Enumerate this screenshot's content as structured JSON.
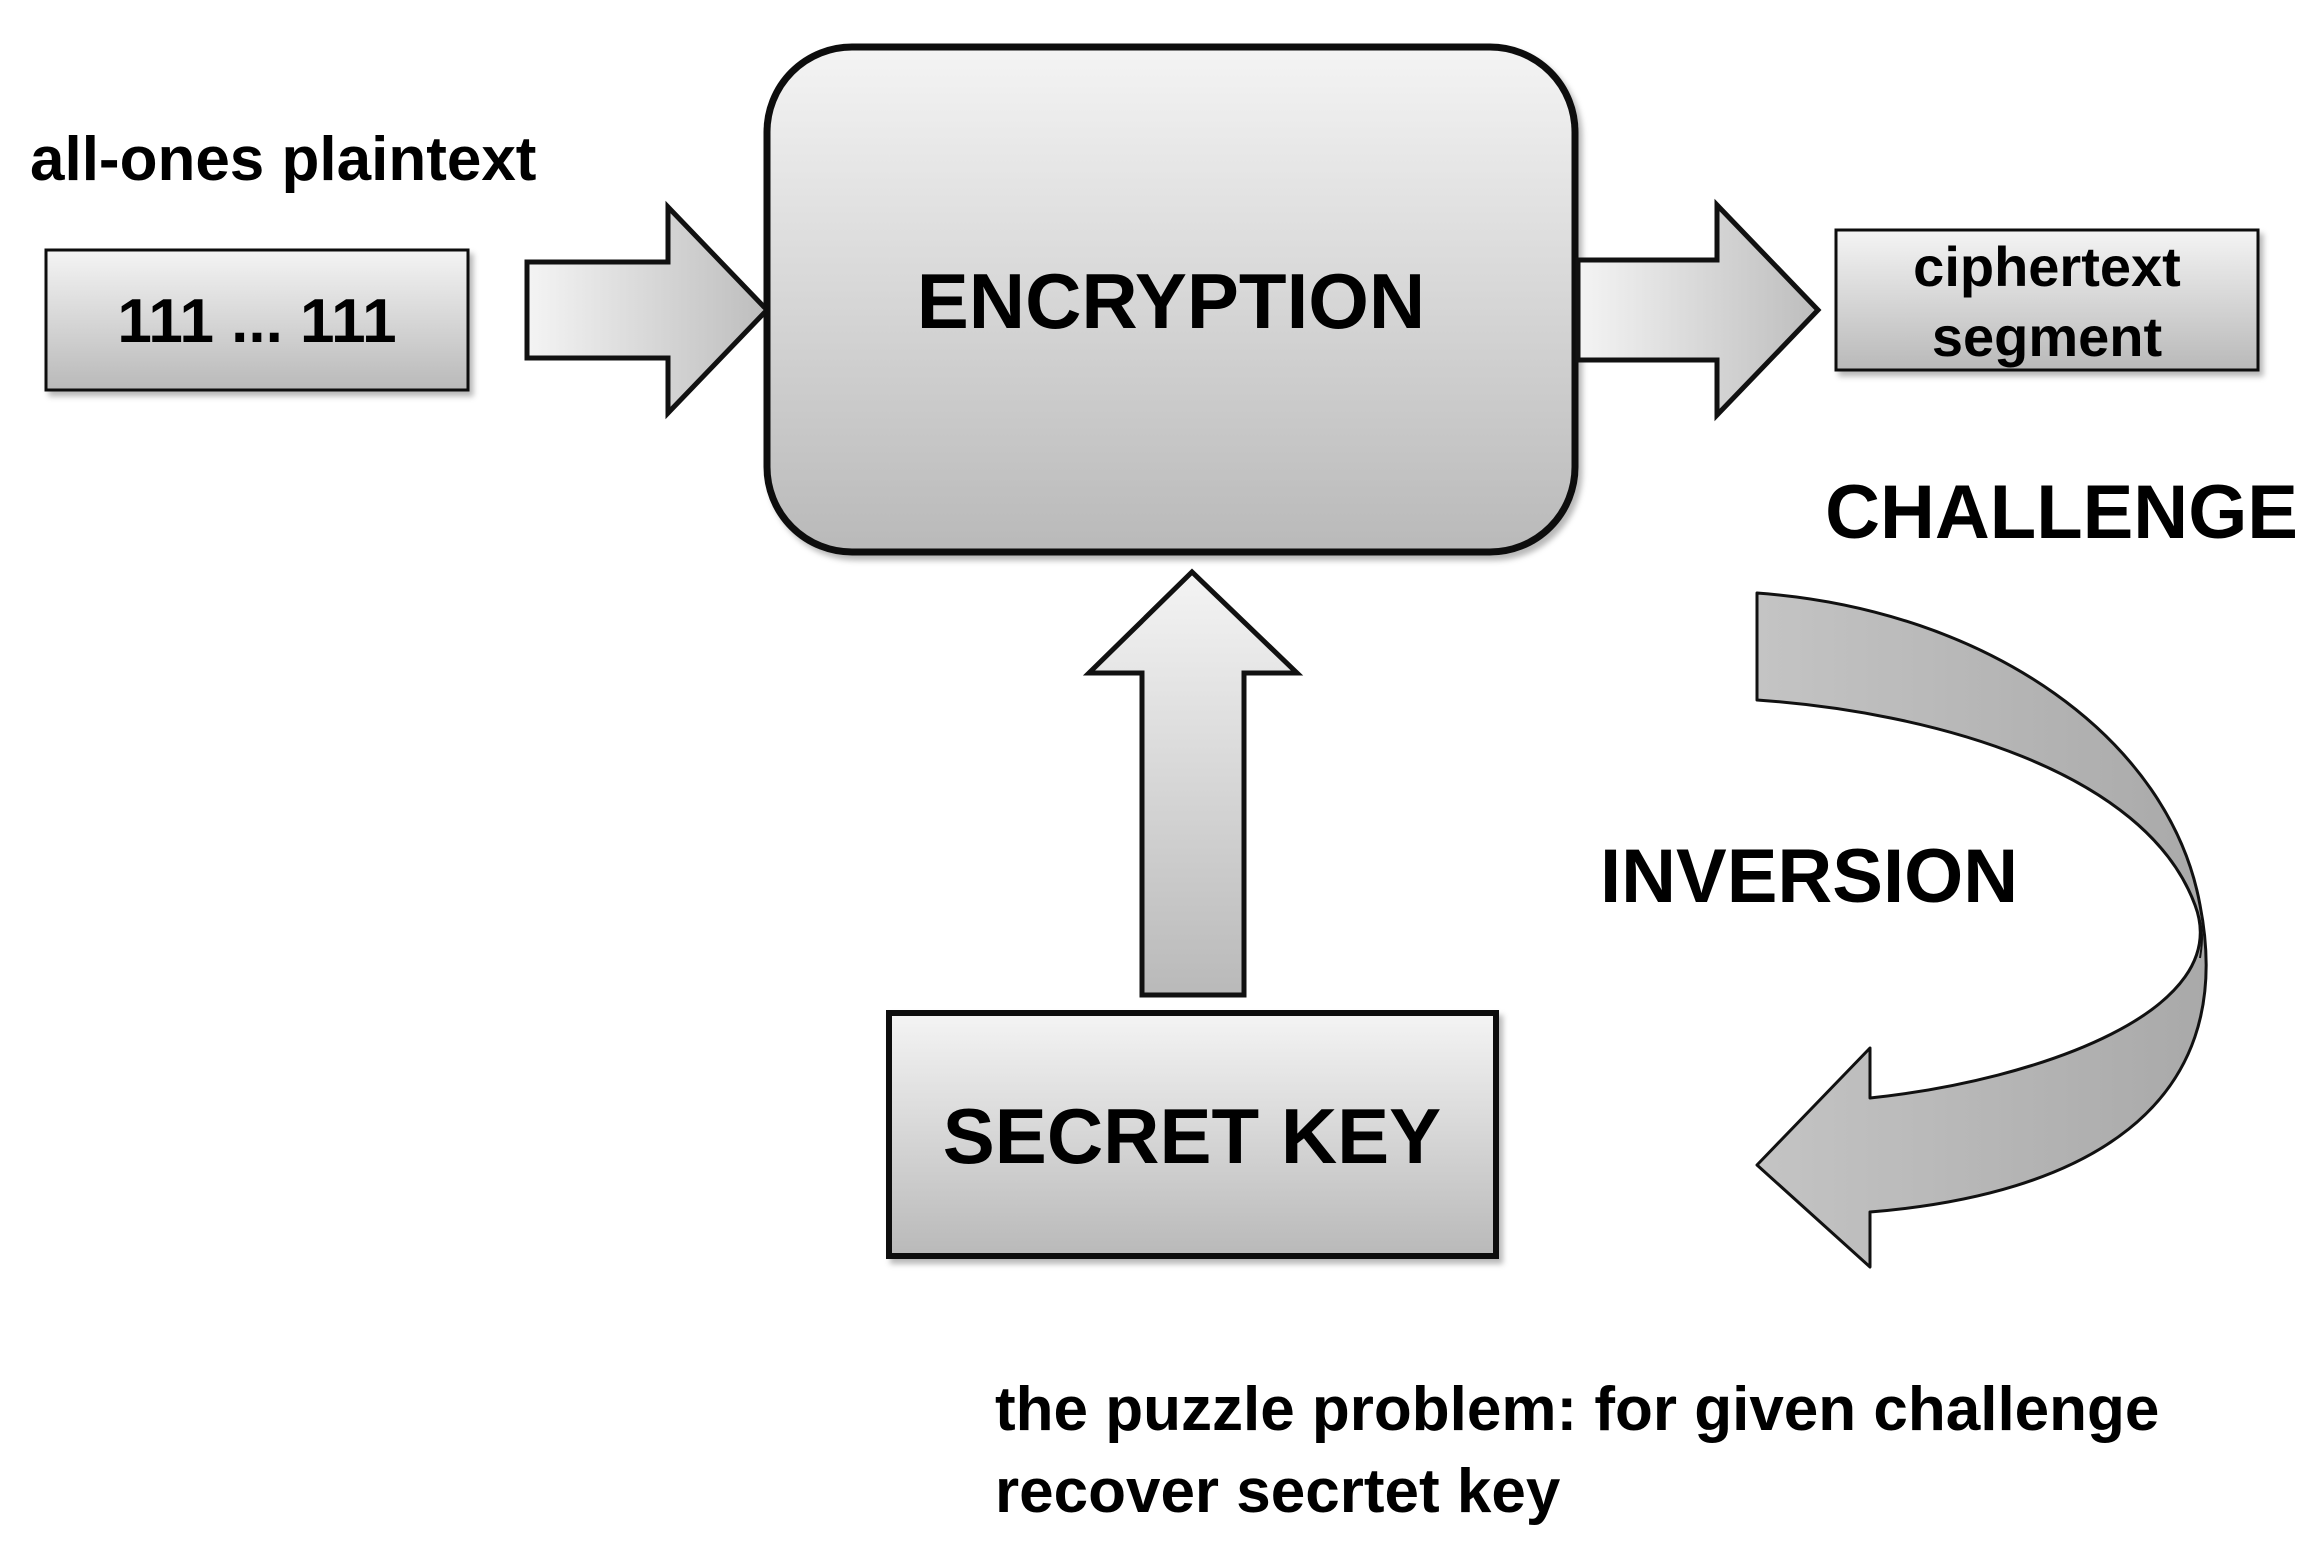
{
  "labels": {
    "plaintext_caption": "all-ones plaintext",
    "plaintext_value": "111 ... 111",
    "encryption": "ENCRYPTION",
    "ciphertext_line1": "ciphertext",
    "ciphertext_line2": "segment",
    "challenge": "CHALLENGE",
    "inversion": "INVERSION",
    "secret_key": "SECRET KEY",
    "puzzle_line1": "the puzzle problem: for given challenge",
    "puzzle_line2": "recover secrtet key"
  },
  "colors": {
    "box_gradient_top": "#f4f4f4",
    "box_gradient_bottom": "#b9b9b9",
    "stroke": "#111111",
    "text": "#000000"
  }
}
